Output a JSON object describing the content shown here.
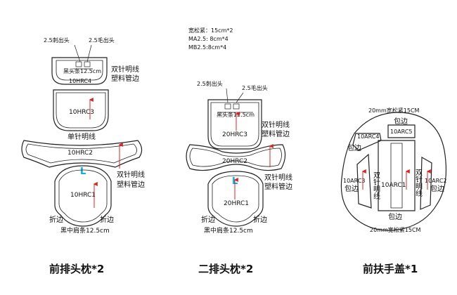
{
  "colors": {
    "line": "#222222",
    "arrow": "#e02020",
    "mark": "#00aee8",
    "text": "#111111"
  },
  "group1": {
    "title": "前排头枕*2",
    "top_left_label": "2.5刺出头",
    "top_right_label": "2.5毛出头",
    "strip_label": "黑头条12.5cm",
    "p4_label": "10HRC4",
    "p4_note1": "双针明线",
    "p4_note2": "塑料管边",
    "p3_label": "10HRC3",
    "single_needle": "单针明线",
    "p2_label": "10HRC2",
    "mark": "L",
    "p1_label": "10HRC1",
    "note1": "双针明线",
    "note2": "塑料管边",
    "fold_left": "折边",
    "fold_right": "折边",
    "bottom_strip": "黑中肩条12.5cm"
  },
  "group2": {
    "title": "二排头枕*2",
    "spec1": "宽松紧：15cm*2",
    "spec2": "MA2.5: 8cm*4",
    "spec3": "MB2.5:8cm*4",
    "top_left_label": "2.5刺出头",
    "top_right_label": "2.5毛出头",
    "strip_label": "黑头条12.5cm",
    "p3_label": "20HRC3",
    "p3_note1": "双针明线",
    "p3_note2": "塑料管边",
    "p2_label": "20HRC2",
    "mark": "L",
    "p1_label": "20HRC1",
    "note1": "双针明线",
    "note2": "塑料管边",
    "fold_left": "折边",
    "fold_right": "折边",
    "bottom_strip": "黑中肩条12.5cm"
  },
  "group3": {
    "title": "前扶手盖*1",
    "top_label": "20mm宽松紧15CM",
    "bind_top": "包边",
    "p4_label": "10ARC4",
    "p5_label": "10ARC5",
    "bind_left": "包边",
    "p3_label": "10ARC3",
    "bind_left2": "包边",
    "double_left": "双针明线",
    "p1_label": "10ARC1",
    "double_right": "双针明线",
    "p2_label": "10ARC2",
    "bind_right": "包边",
    "bind_bottom": "包边",
    "bottom_label": "20mm宽松紧15CM"
  }
}
